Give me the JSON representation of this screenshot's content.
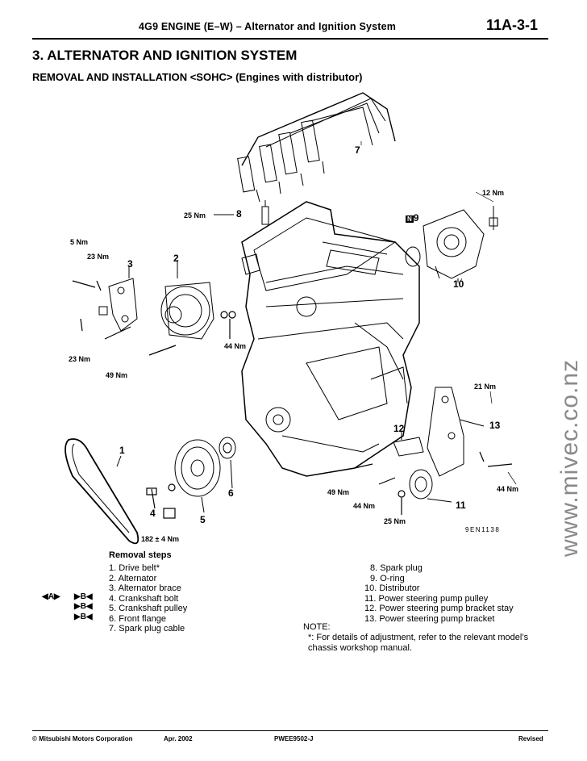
{
  "header": {
    "title": "4G9 ENGINE (E–W) – Alternator and Ignition System",
    "page": "11A-3-1"
  },
  "section_title": "3. ALTERNATOR AND IGNITION SYSTEM",
  "subtitle": "REMOVAL AND INSTALLATION <SOHC> (Engines with distributor)",
  "figure": {
    "torques": {
      "t12_nm_dist": "12 Nm",
      "t25_nm_plug": "25 Nm",
      "t5_nm": "5 Nm",
      "t23_nm_top": "23 Nm",
      "t23_nm_bot": "23 Nm",
      "t49_nm_left": "49 Nm",
      "t44_nm_mid": "44 Nm",
      "t21_nm": "21 Nm",
      "t44_nm_right": "44 Nm",
      "t49_nm_right": "49 Nm",
      "t44_nm_lower": "44 Nm",
      "t25_nm_lower": "25 Nm",
      "t182_nm": "182 ± 4 Nm"
    },
    "callouts": [
      "1",
      "2",
      "3",
      "4",
      "5",
      "6",
      "7",
      "8",
      "9",
      "10",
      "11",
      "12",
      "13"
    ],
    "n_mark": "N",
    "ref_code": "9EN1138"
  },
  "watermark": "www.mivec.co.nz",
  "removal_steps": {
    "heading": "Removal steps",
    "left_items": [
      "1. Drive belt*",
      "2. Alternator",
      "3. Alternator brace",
      "4. Crankshaft bolt",
      "5. Crankshaft pulley",
      "6. Front flange",
      "7. Spark plug cable"
    ],
    "right_items": [
      "8. Spark plug",
      "9. O-ring",
      "10. Distributor",
      "11. Power steering pump pulley",
      "12. Power steering pump bracket stay",
      "13. Power steering pump bracket"
    ],
    "markers": {
      "a": "◀A▶",
      "b4": "▶B◀",
      "b5": "▶B◀",
      "b6": "▶B◀"
    }
  },
  "note": {
    "label": "NOTE:",
    "text": "*: For details of adjustment, refer to the relevant model’s chassis workshop manual."
  },
  "footer": {
    "copyright": "© Mitsubishi Motors Corporation",
    "date": "Apr. 2002",
    "code": "PWEE9502-J",
    "status": "Revised"
  }
}
